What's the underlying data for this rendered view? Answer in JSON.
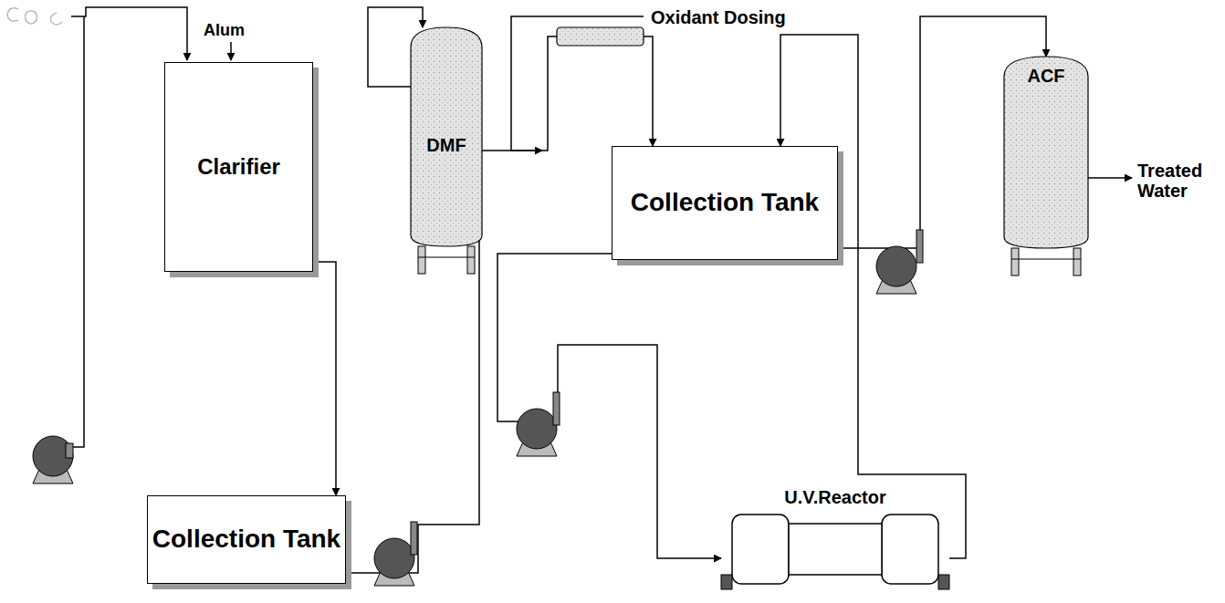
{
  "diagram": {
    "nodes": [
      {
        "text": [
          "Clarifier"
        ]
      },
      {
        "text": [
          "DMF"
        ]
      },
      {
        "text": [
          "Collection Tank"
        ]
      },
      {
        "text": [
          "ACF"
        ]
      },
      {
        "text": [
          "Collection Tank"
        ]
      },
      {
        "text": [
          "U.V.Reactor"
        ]
      }
    ],
    "edges": [
      {
        "from": 0,
        "to": 4,
        "arrow": "to"
      },
      {
        "from": 4,
        "to": 1,
        "arrow": "to"
      },
      {
        "from": 1,
        "to": 2,
        "arrow": "to"
      },
      {
        "from": 2,
        "to": 5,
        "arrow": "to"
      },
      {
        "from": 5,
        "to": 2,
        "arrow": "to"
      },
      {
        "from": 2,
        "to": 3,
        "arrow": "to"
      }
    ],
    "labels": [
      "Alum",
      "Oxidant Dosing",
      "Treated Water"
    ]
  }
}
